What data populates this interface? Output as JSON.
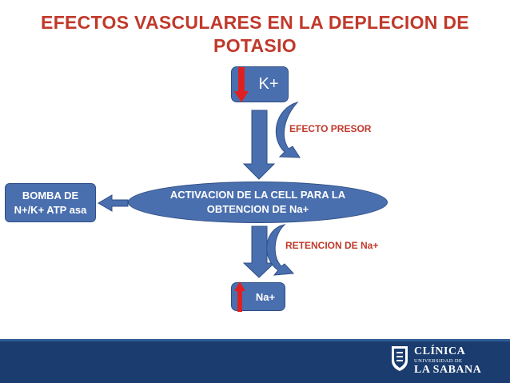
{
  "title": "EFECTOS VASCULARES EN LA DEPLECION DE POTASIO",
  "nodes": {
    "potassium": {
      "label": "K+",
      "indicator": "down-arrow-icon",
      "indicator_color": "#e02020"
    },
    "activation": {
      "label": "ACTIVACION DE LA CELL PARA LA OBTENCION DE Na+"
    },
    "pump": {
      "label": "BOMBA DE N+/K+ ATP asa"
    },
    "sodium": {
      "label": "Na+",
      "indicator": "up-arrow-icon",
      "indicator_color": "#e02020"
    }
  },
  "effects": {
    "presor": "EFECTO PRESOR",
    "retention": "RETENCION DE Na+"
  },
  "colors": {
    "title": "#c0392b",
    "node_fill": "#4a6fae",
    "arrow_fill": "#4a6fae",
    "footer": "#1a3c6e"
  },
  "footer": {
    "logo_line1": "CLÍNICA",
    "logo_line2": "UNIVERSIDAD DE",
    "logo_line3": "LA SABANA"
  }
}
